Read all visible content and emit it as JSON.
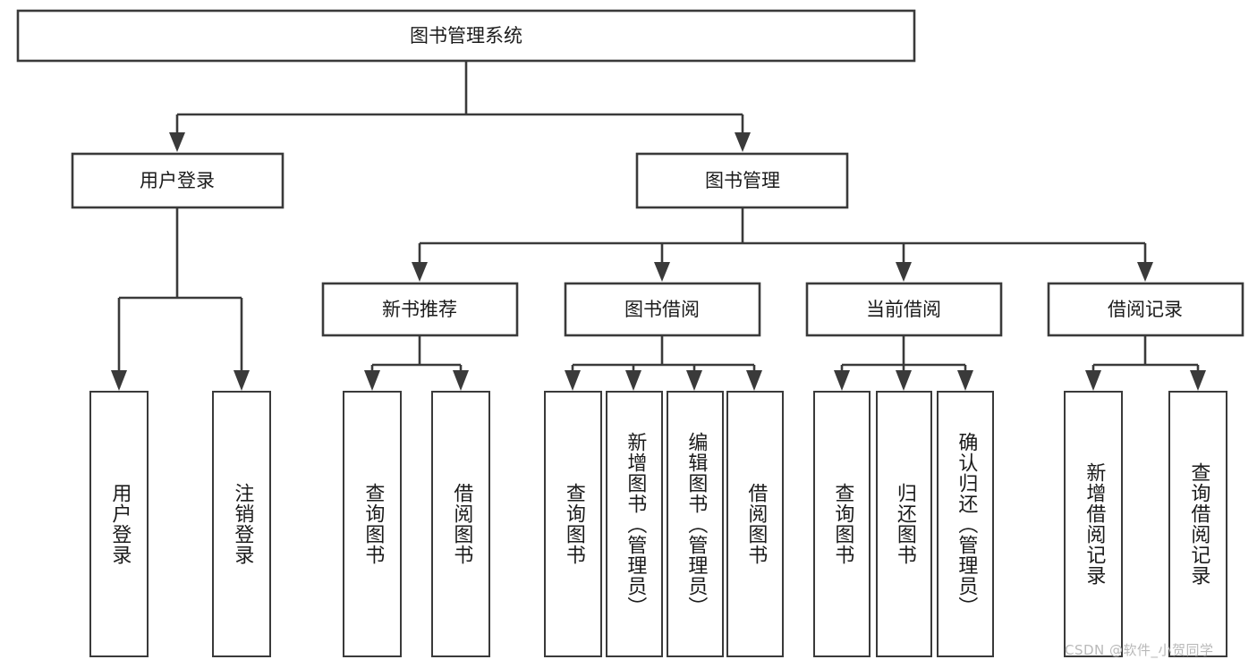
{
  "diagram": {
    "title": "图书管理系统",
    "orientation": "top-down",
    "watermark": "CSDN @软件_小贺同学",
    "colors": {
      "box_stroke": "#3a3a3a",
      "box_fill": "#ffffff",
      "text": "#1b1b1b",
      "connector": "#3a3a3a",
      "watermark": "#b9b9b9",
      "background": "#ffffff"
    },
    "levels": {
      "root": {
        "label": "图书管理系统"
      },
      "level2": [
        {
          "label": "用户登录"
        },
        {
          "label": "图书管理"
        }
      ],
      "level3": [
        {
          "label": "新书推荐"
        },
        {
          "label": "图书借阅"
        },
        {
          "label": "当前借阅"
        },
        {
          "label": "借阅记录"
        }
      ],
      "leaves": [
        {
          "label": "用户登录",
          "parent": "用户登录"
        },
        {
          "label": "注销登录",
          "parent": "用户登录"
        },
        {
          "label": "查询图书",
          "parent": "新书推荐"
        },
        {
          "label": "借阅图书",
          "parent": "新书推荐"
        },
        {
          "label": "查询图书",
          "parent": "图书借阅"
        },
        {
          "label": "新增图书（管理员）",
          "parent": "图书借阅"
        },
        {
          "label": "编辑图书（管理员）",
          "parent": "图书借阅"
        },
        {
          "label": "借阅图书",
          "parent": "图书借阅"
        },
        {
          "label": "查询图书",
          "parent": "当前借阅"
        },
        {
          "label": "归还图书",
          "parent": "当前借阅"
        },
        {
          "label": "确认归还（管理员）",
          "parent": "当前借阅"
        },
        {
          "label": "新增借阅记录",
          "parent": "借阅记录"
        },
        {
          "label": "查询借阅记录",
          "parent": "借阅记录"
        }
      ]
    }
  }
}
